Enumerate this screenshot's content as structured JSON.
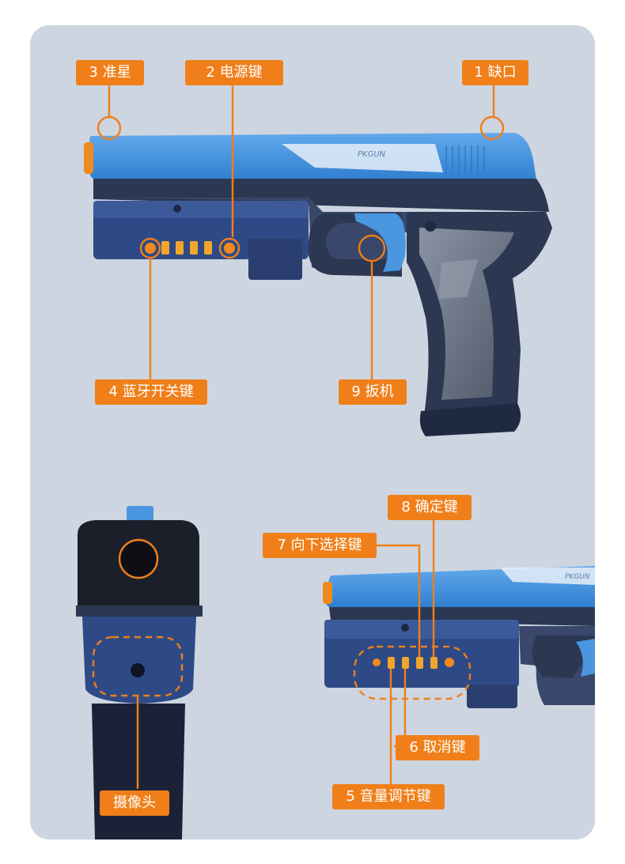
{
  "labels": {
    "front_sight": "3 准星",
    "power_key": "2 电源键",
    "rear_notch": "1 缺口",
    "bluetooth_key": "4 蓝牙开关键",
    "trigger": "9 扳机",
    "confirm_key": "8 确定键",
    "down_select_key": "7 向下选择键",
    "cancel_key": "6 取消键",
    "volume_key": "5 音量调节键",
    "camera": "摄像头"
  },
  "brand_marks": {
    "slide_logo": "PKGUN"
  },
  "colors": {
    "accent": "#f07f1a",
    "panel": "#cdd5e0",
    "slide": "#4a96df",
    "frame": "#2c3852",
    "grip": "#6d7686"
  }
}
